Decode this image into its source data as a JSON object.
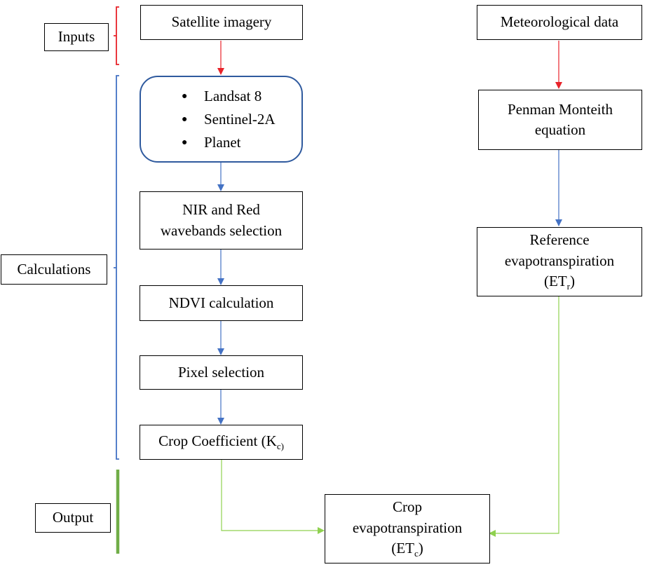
{
  "labels": {
    "inputs": "Inputs",
    "calculations": "Calculations",
    "output": "Output"
  },
  "nodes": {
    "satellite_imagery": "Satellite imagery",
    "satellite_list": [
      "Landsat 8",
      "Sentinel-2A",
      "Planet"
    ],
    "nir_red_line1": "NIR and Red",
    "nir_red_line2": "wavebands selection",
    "ndvi": "NDVI calculation",
    "pixel": "Pixel selection",
    "kc_main": "Crop Coefficient (K",
    "kc_sub": "c)",
    "meteorological": "Meteorological data",
    "penman_line1": "Penman Monteith",
    "penman_line2": "equation",
    "ref_line1": "Reference",
    "ref_line2": "evapotranspiration",
    "ref_line3_main": "(ET",
    "ref_line3_sub": "r",
    "ref_line3_end": ")",
    "crop_line1": "Crop",
    "crop_line2": "evapotranspiration",
    "crop_line3_main": "(ET",
    "crop_line3_sub": "c",
    "crop_line3_end": ")"
  },
  "colors": {
    "inputs_arrow": "#e8232a",
    "calc_arrow": "#4472c4",
    "output_arrow": "#8fd14f",
    "output_bracket": "#70ad47"
  }
}
